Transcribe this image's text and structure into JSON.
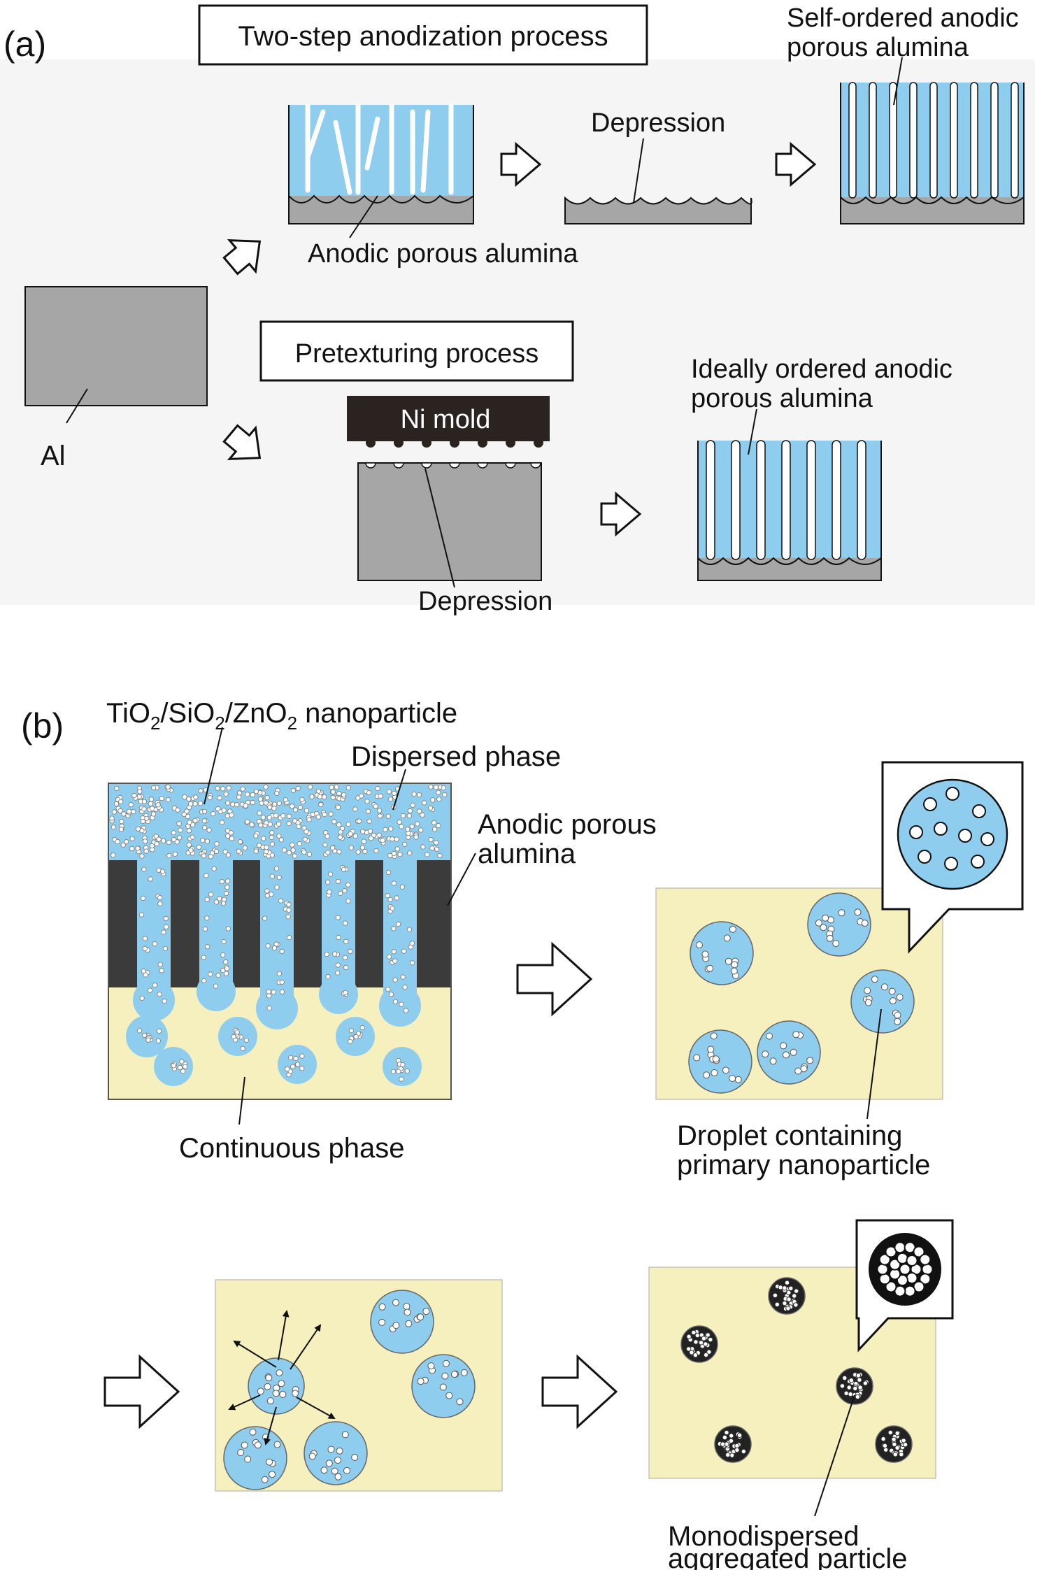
{
  "colors": {
    "alumina_blue": "#8ecdee",
    "aluminum_gray": "#a6a6a6",
    "continuous_phase": "#f6f0bf",
    "alumina_dark": "#3b3b3b",
    "mold_black": "#2a2320"
  },
  "panel_a": {
    "label": "(a)",
    "two_step_title": "Two-step anodization process",
    "anodic_porous_alumina": "Anodic porous alumina",
    "depression_top": "Depression",
    "self_ordered_line1": "Self-ordered anodic",
    "self_ordered_line2": "porous alumina",
    "al_label": "Al",
    "pretexturing_title": "Pretexturing process",
    "ni_mold": "Ni mold",
    "depression_bottom": "Depression",
    "ideally_ordered_line1": "Ideally ordered anodic",
    "ideally_ordered_line2": "porous alumina"
  },
  "panel_b": {
    "label": "(b)",
    "nanoparticle_label": {
      "p1": "TiO",
      "s1": "2",
      "p2": "/SiO",
      "s2": "2",
      "p3": "/ZnO",
      "s3": "2",
      "p4": " nanoparticle"
    },
    "dispersed_phase": "Dispersed phase",
    "anodic_porous_line1": "Anodic porous",
    "anodic_porous_line2": "alumina",
    "continuous_phase": "Continuous phase",
    "droplet_line1": "Droplet containing",
    "droplet_line2": "primary nanoparticle",
    "mono_line1": "Monodispersed",
    "mono_line2": "aggregated particle"
  }
}
